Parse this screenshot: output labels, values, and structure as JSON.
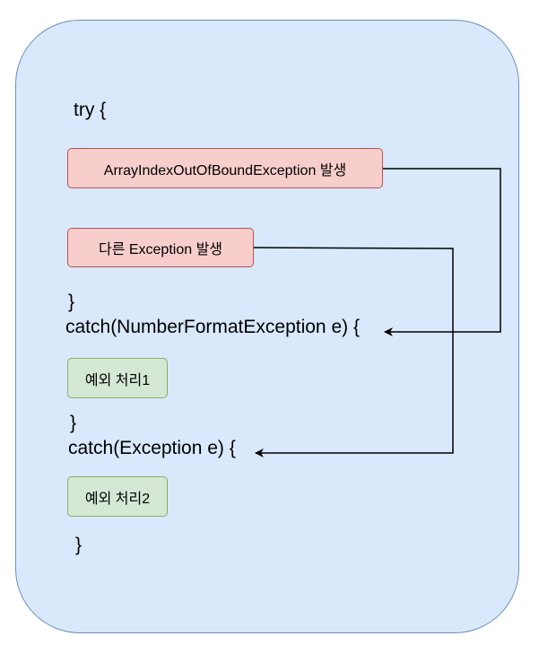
{
  "code": {
    "try_open": "try {",
    "close_brace_1": "}",
    "catch_1": "catch(NumberFormatException e) {",
    "close_brace_2": "}",
    "catch_2": "catch(Exception e) {",
    "close_brace_3": "}"
  },
  "boxes": {
    "array_index_exception": "ArrayIndexOutOfBoundException 발생",
    "other_exception": "다른 Exception 발생",
    "handler_1": "예외 처리1",
    "handler_2": "예외 처리2"
  },
  "colors": {
    "container_fill": "#dae8fc",
    "container_stroke": "#6c8ebf",
    "exception_fill": "#f8cecc",
    "exception_stroke": "#b85450",
    "handler_fill": "#d5e8d4",
    "handler_stroke": "#82b366",
    "arrow": "#000000"
  }
}
